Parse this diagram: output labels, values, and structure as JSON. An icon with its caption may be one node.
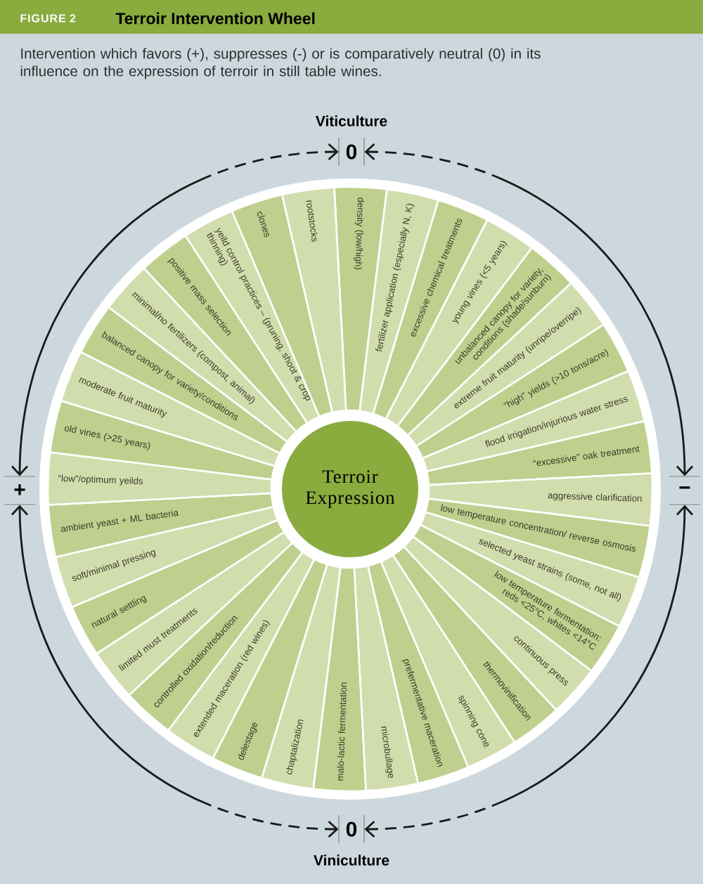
{
  "diagram": {
    "title": "Terroir Intervention Wheel",
    "caption": "Intervention which favors (+), suppresses (-) or is comparatively neutral (0) in its influence on the expression of terroir in still table wines.",
    "nodes": [
      {
        "text": [
          "Terroir Expression"
        ]
      },
      {
        "text": [
          "density (low/high)"
        ]
      },
      {
        "text": [
          "fertilizer application (especially N, K)"
        ]
      },
      {
        "text": [
          "excessive chemical treatments"
        ]
      },
      {
        "text": [
          "young vines (<5 years)"
        ]
      },
      {
        "text": [
          "unbalanced canopy for variety, conditions (shade/sunburn)"
        ]
      },
      {
        "text": [
          "extreme fruit maturity (unripe/overripe)"
        ]
      },
      {
        "text": [
          "“high” yields (>10 tons/acre)"
        ]
      },
      {
        "text": [
          "flood irrigation/injurious water stress"
        ]
      },
      {
        "text": [
          "“excessive” oak treatment"
        ]
      },
      {
        "text": [
          "aggressive clarification"
        ]
      },
      {
        "text": [
          "low temperature concentration/ reverse osmosis"
        ]
      },
      {
        "text": [
          "selected yeast strains (some, not all)"
        ]
      },
      {
        "text": [
          "low temperature fermentation: reds <25°C, whites <14°C"
        ]
      },
      {
        "text": [
          "continuous press"
        ]
      },
      {
        "text": [
          "thermovinification"
        ]
      },
      {
        "text": [
          "spinning cone"
        ]
      },
      {
        "text": [
          "prefermentative maceration"
        ]
      },
      {
        "text": [
          "microbullage"
        ]
      },
      {
        "text": [
          "malo-lactic fermentation"
        ]
      },
      {
        "text": [
          "chaptalization"
        ]
      },
      {
        "text": [
          "delestage"
        ]
      },
      {
        "text": [
          "extended maceration (red wines)"
        ]
      },
      {
        "text": [
          "controlled oxidation/reduction"
        ]
      },
      {
        "text": [
          "limited must treatments"
        ]
      },
      {
        "text": [
          "natural settling"
        ]
      },
      {
        "text": [
          "soft/minimal pressing"
        ]
      },
      {
        "text": [
          "ambient yeast + ML bacteria"
        ]
      },
      {
        "text": [
          "“low”/optimum yeilds"
        ]
      },
      {
        "text": [
          "old vines (>25 years)"
        ]
      },
      {
        "text": [
          "moderate fruit maturity"
        ]
      },
      {
        "text": [
          "balanced canopy for variety/conditions"
        ]
      },
      {
        "text": [
          "minimal/no fertilizers (compost, animal)"
        ]
      },
      {
        "text": [
          "positive mass selection"
        ]
      },
      {
        "text": [
          "yeild control practices – (pruning, shoot & crop thinning)"
        ]
      },
      {
        "text": [
          "clones"
        ]
      },
      {
        "text": [
          "rootstocks"
        ]
      },
      {
        "text": [
          "0"
        ],
        "beside": [
          "Viticulture"
        ]
      },
      {
        "text": [
          "+"
        ]
      },
      {
        "text": [
          "−"
        ]
      },
      {
        "text": [
          "0"
        ],
        "beside": [
          "Viniculture"
        ]
      }
    ],
    "edges": [
      {
        "from": 37,
        "to": 38,
        "arrow": "both"
      },
      {
        "from": 40,
        "to": 38,
        "arrow": "both"
      },
      {
        "from": 37,
        "to": 39,
        "arrow": "both"
      },
      {
        "from": 40,
        "to": 39,
        "arrow": "both"
      }
    ],
    "labels": [
      "FIGURE 2"
    ]
  }
}
